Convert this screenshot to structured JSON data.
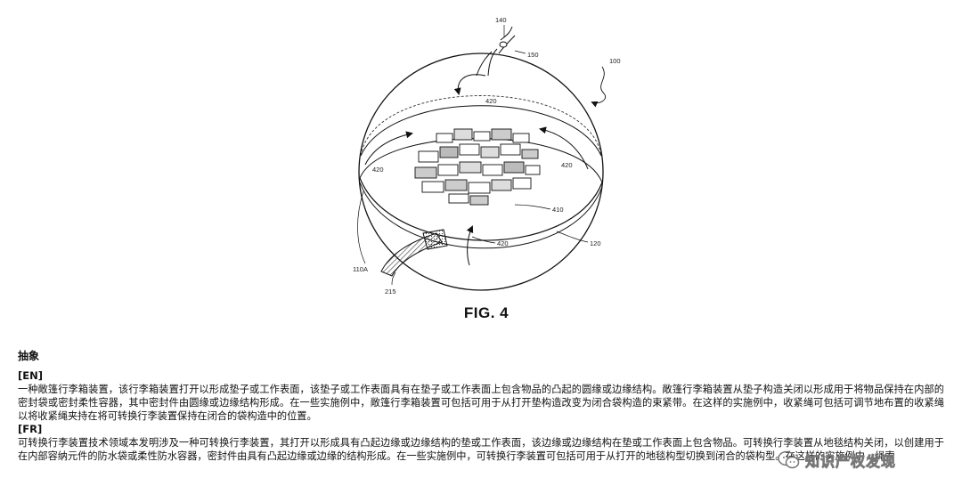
{
  "figure": {
    "caption": "FIG. 4",
    "labels": {
      "l140": "140",
      "l150": "150",
      "l100": "100",
      "l420a": "420",
      "l420b": "420",
      "l420c": "420",
      "l420d": "420",
      "l410": "410",
      "l120": "120",
      "l110a": "110A",
      "l215": "215"
    }
  },
  "abstract": {
    "heading": "抽象",
    "en_tag": "[EN]",
    "en_text": "一种敞篷行李箱装置，该行李箱装置打开以形成垫子或工作表面，该垫子或工作表面具有在垫子或工作表面上包含物品的凸起的圆缘或边缘结构。敞篷行李箱装置从垫子构造关闭以形成用于将物品保持在内部的密封袋或密封柔性容器，其中密封件由圆缘或边缘结构形成。在一些实施例中，敞篷行李箱装置可包括可用于从打开垫构造改变为闭合袋构造的束紧带。在这样的实施例中，收紧绳可包括可调节地布置的收紧绳以将收紧绳夹持在将可转换行李装置保持在闭合的袋构造中的位置。",
    "fr_tag": "[FR]",
    "fr_text": "可转换行李装置技术领域本发明涉及一种可转换行李装置，其打开以形成具有凸起边缘或边缘结构的垫或工作表面，该边缘或边缘结构在垫或工作表面上包含物品。可转换行李装置从地毯结构关闭，以创建用于在内部容纳元件的防水袋或柔性防水容器，密封件由具有凸起边缘或边缘的结构形成。在一些实施例中，可转换行李装置可包括可用于从打开的地毯构型切换到闭合的袋构型。在这样的实施例中，绳索"
  },
  "watermark": {
    "text": "知识产权发现",
    "icon": "wechat-icon"
  }
}
